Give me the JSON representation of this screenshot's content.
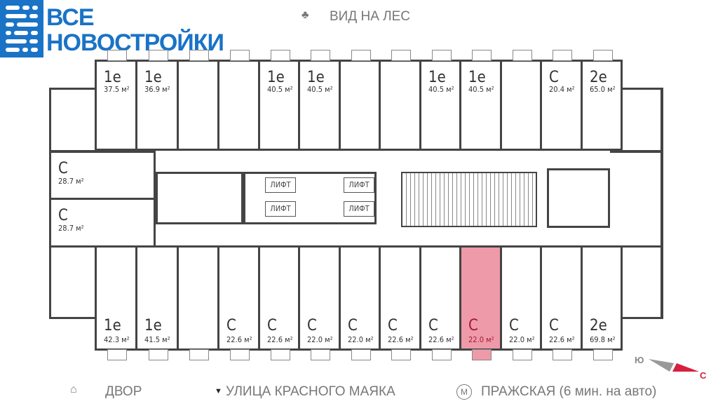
{
  "logo": {
    "line1": "ВСЕ",
    "line2": "НОВОСТРОЙКИ"
  },
  "orientation": {
    "top": "ВИД НА ЛЕС",
    "bottom_left": "ДВОР",
    "bottom_center": "УЛИЦА КРАСНОГО МАЯКА",
    "metro": "ПРАЖСКАЯ (6 мин. на авто)",
    "metro_letter": "М",
    "south": "Ю",
    "north": "С"
  },
  "colors": {
    "brand": "#1a73c6",
    "selected": "#ef9aa9",
    "north": "#d6203f"
  },
  "lift_label": "ЛИФТ",
  "top_units": [
    {
      "type": "1e",
      "area": "37.5 м²"
    },
    {
      "type": "1e",
      "area": "36.9 м²"
    },
    {
      "type": "",
      "area": ""
    },
    {
      "type": "",
      "area": ""
    },
    {
      "type": "1e",
      "area": "40.5 м²"
    },
    {
      "type": "1e",
      "area": "40.5 м²"
    },
    {
      "type": "",
      "area": ""
    },
    {
      "type": "",
      "area": ""
    },
    {
      "type": "1e",
      "area": "40.5 м²"
    },
    {
      "type": "1e",
      "area": "40.5 м²"
    },
    {
      "type": "",
      "area": ""
    },
    {
      "type": "С",
      "area": "20.4 м²"
    },
    {
      "type": "2е",
      "area": "65.0 м²"
    }
  ],
  "side_units": [
    {
      "type": "С",
      "area": "28.7 м²"
    },
    {
      "type": "С",
      "area": "28.7 м²"
    }
  ],
  "bottom_units": [
    {
      "type": "1е",
      "area": "42.3 м²"
    },
    {
      "type": "1е",
      "area": "41.5 м²"
    },
    {
      "type": "",
      "area": ""
    },
    {
      "type": "С",
      "area": "22.6 м²"
    },
    {
      "type": "С",
      "area": "22.6 м²"
    },
    {
      "type": "С",
      "area": "22.0 м²"
    },
    {
      "type": "С",
      "area": "22.0 м²"
    },
    {
      "type": "С",
      "area": "22.6 м²"
    },
    {
      "type": "С",
      "area": "22.6 м²"
    },
    {
      "type": "С",
      "area": "22.0 м²",
      "selected": true
    },
    {
      "type": "С",
      "area": "22.0 м²"
    },
    {
      "type": "С",
      "area": "22.6 м²"
    },
    {
      "type": "2е",
      "area": "69.8 м²"
    }
  ]
}
